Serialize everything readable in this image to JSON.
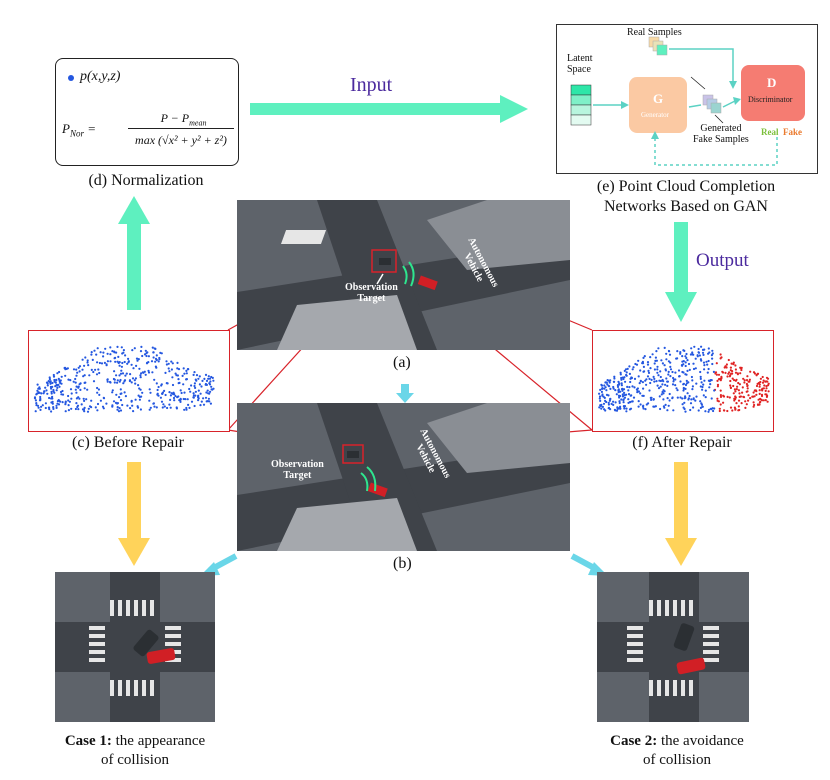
{
  "formula_box": {
    "bullet_text": "p(x,y,z)",
    "norm_lhs": "P",
    "norm_lhs_sub": "Nor",
    "norm_num": "P − P",
    "norm_num_sub": "mean",
    "norm_den": "max (√x² + y² + z²)"
  },
  "arrows": {
    "input_label": "Input",
    "output_label": "Output"
  },
  "gan": {
    "real_samples": "Real Samples",
    "latent_space": "Latent\nSpace",
    "g_letter": "G",
    "g_name": "Generator",
    "d_letter": "D",
    "d_name": "Discriminator",
    "generated": "Generated\nFake Samples",
    "real": "Real",
    "fake": "Fake"
  },
  "scene": {
    "observation_target": "Observation\nTarget",
    "autonomous_vehicle": "Autonomous\nVehicle"
  },
  "captions": {
    "d": "(d) Normalization",
    "e_line1": "(e) Point Cloud Completion",
    "e_line2": "Networks Based on GAN",
    "c": "(c) Before Repair",
    "f": "(f) After Repair",
    "a": "(a)",
    "b": "(b)",
    "case1_bold": "Case 1:",
    "case1_rest": " the appearance",
    "case1_line2": "of collision",
    "case2_bold": "Case 2:",
    "case2_rest": " the avoidance",
    "case2_line2": "of collision"
  },
  "colors": {
    "teal_arrow": "#5ef0bf",
    "yellow_arrow": "#ffd35a",
    "cyan_arrow": "#6ad6e8",
    "purple_text": "#4b2a9e",
    "red_frame": "#d8232a",
    "point_blue": "#2457e0",
    "point_red": "#e02323"
  }
}
